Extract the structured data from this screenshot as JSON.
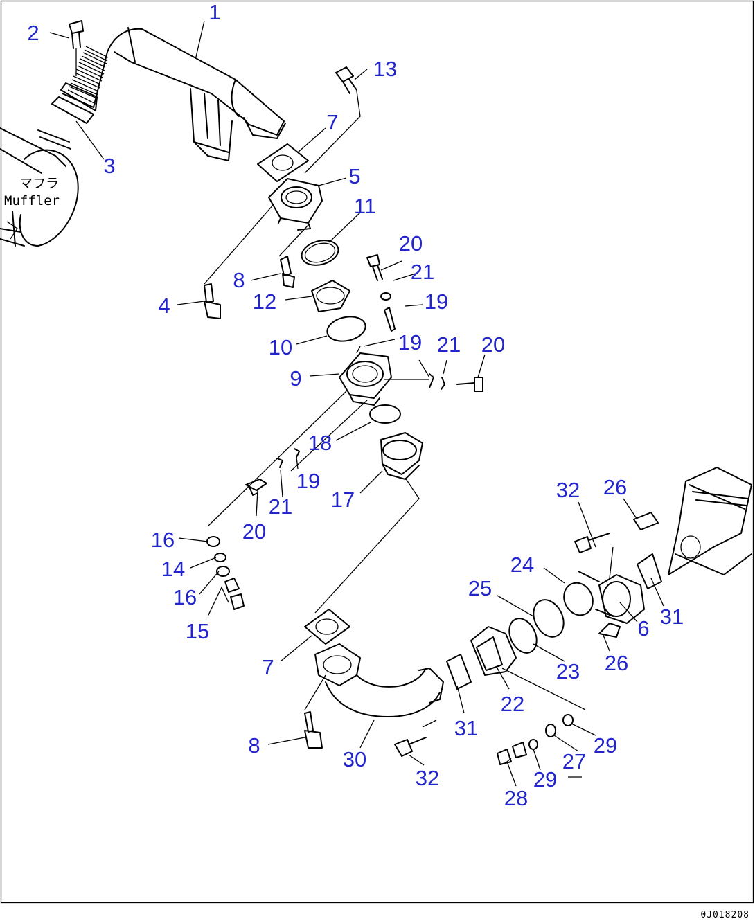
{
  "diagram": {
    "callouts": [
      {
        "id": "c1",
        "text": "1"
      },
      {
        "id": "c2",
        "text": "2"
      },
      {
        "id": "c3",
        "text": "3"
      },
      {
        "id": "c13",
        "text": "13"
      },
      {
        "id": "c7a",
        "text": "7"
      },
      {
        "id": "c5",
        "text": "5"
      },
      {
        "id": "c11",
        "text": "11"
      },
      {
        "id": "c20a",
        "text": "20"
      },
      {
        "id": "c21a",
        "text": "21"
      },
      {
        "id": "c8a",
        "text": "8"
      },
      {
        "id": "c19a",
        "text": "19"
      },
      {
        "id": "c4",
        "text": "4"
      },
      {
        "id": "c12",
        "text": "12"
      },
      {
        "id": "c10",
        "text": "10"
      },
      {
        "id": "c19b",
        "text": "19"
      },
      {
        "id": "c21b",
        "text": "21"
      },
      {
        "id": "c20b",
        "text": "20"
      },
      {
        "id": "c9",
        "text": "9"
      },
      {
        "id": "c18",
        "text": "18"
      },
      {
        "id": "c19c",
        "text": "19"
      },
      {
        "id": "c21c",
        "text": "21"
      },
      {
        "id": "c17",
        "text": "17"
      },
      {
        "id": "c20c",
        "text": "20"
      },
      {
        "id": "c32a",
        "text": "32"
      },
      {
        "id": "c26a",
        "text": "26"
      },
      {
        "id": "c16a",
        "text": "16"
      },
      {
        "id": "c24",
        "text": "24"
      },
      {
        "id": "c14",
        "text": "14"
      },
      {
        "id": "c25",
        "text": "25"
      },
      {
        "id": "c16b",
        "text": "16"
      },
      {
        "id": "c6",
        "text": "6"
      },
      {
        "id": "c31a",
        "text": "31"
      },
      {
        "id": "c15",
        "text": "15"
      },
      {
        "id": "c26b",
        "text": "26"
      },
      {
        "id": "c7b",
        "text": "7"
      },
      {
        "id": "c23",
        "text": "23"
      },
      {
        "id": "c22",
        "text": "22"
      },
      {
        "id": "c31b",
        "text": "31"
      },
      {
        "id": "c8b",
        "text": "8"
      },
      {
        "id": "c29a",
        "text": "29"
      },
      {
        "id": "c30",
        "text": "30"
      },
      {
        "id": "c27",
        "text": "27"
      },
      {
        "id": "c32b",
        "text": "32"
      },
      {
        "id": "c29b",
        "text": "29"
      },
      {
        "id": "c28",
        "text": "28"
      }
    ],
    "muffler_label_jp": "マフラ",
    "muffler_label_en": "Muffler",
    "drawing_code": "0J018208"
  },
  "colors": {
    "callout": "#2326cc",
    "line": "#000000",
    "background": "#ffffff"
  }
}
